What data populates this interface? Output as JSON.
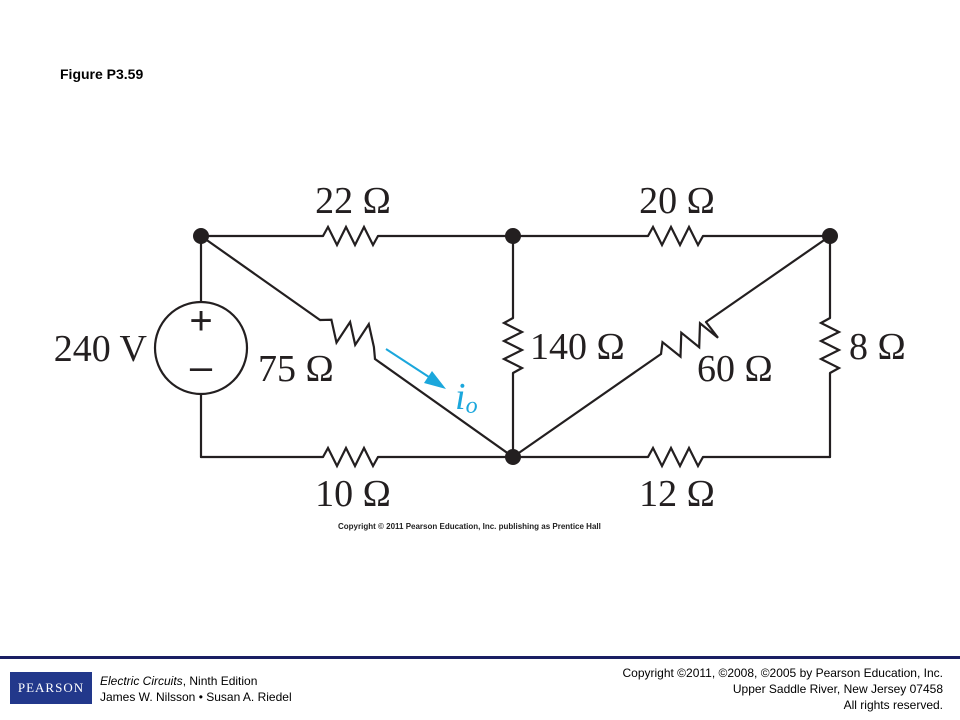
{
  "figure": {
    "title": "Figure P3.59",
    "copyright": "Copyright © 2011 Pearson Education, Inc. publishing as Prentice Hall"
  },
  "circuit": {
    "source": {
      "value": "240 V",
      "plus": "+",
      "minus": "–"
    },
    "resistors": {
      "r22": "22 Ω",
      "r20": "20 Ω",
      "r75": "75 Ω",
      "r140": "140 Ω",
      "r60": "60 Ω",
      "r8": "8 Ω",
      "r10": "10 Ω",
      "r12": "12 Ω"
    },
    "current": {
      "symbol": "i",
      "subscript": "o",
      "color": "#1ba7dc"
    }
  },
  "footer": {
    "logo": "PEARSON",
    "book_title": "Electric Circuits",
    "book_edition": ", Ninth Edition",
    "authors": "James W. Nilsson • Susan A. Riedel",
    "copyright_line1": "Copyright ©2011, ©2008, ©2005 by Pearson Education, Inc.",
    "copyright_line2": "Upper Saddle River, New Jersey 07458",
    "copyright_line3": "All rights reserved."
  }
}
